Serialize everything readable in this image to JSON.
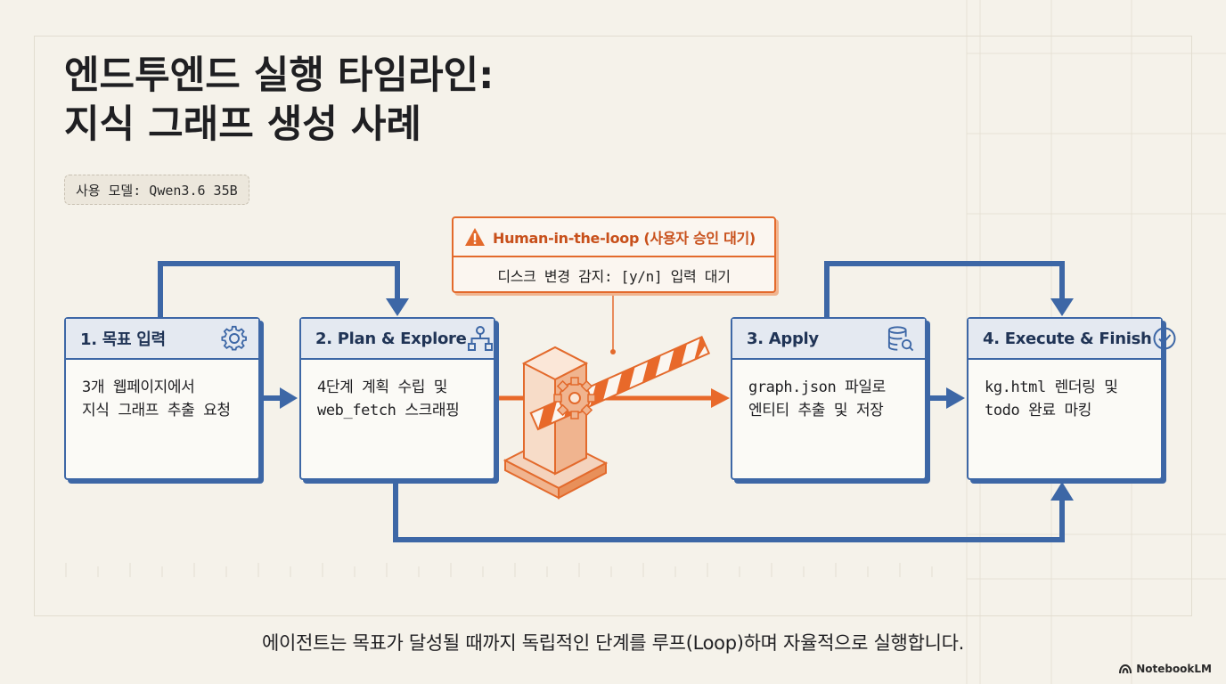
{
  "title": {
    "line1": "엔드투엔드 실행 타임라인:",
    "line2": "지식 그래프 생성 사례"
  },
  "model_badge": "사용 모델: Qwen3.6 35B",
  "steps": [
    {
      "title": "1. 목표 입력",
      "icon": "gear-icon",
      "lines": [
        "3개 웹페이지에서",
        "지식 그래프 추출 요청"
      ]
    },
    {
      "title": "2. Plan & Explore",
      "icon": "hierarchy-icon",
      "lines": [
        "4단계 계획 수립 및",
        "web_fetch 스크래핑"
      ]
    },
    {
      "title": "3. Apply",
      "icon": "database-wrench-icon",
      "lines": [
        "graph.json 파일로",
        "엔티티 추출 및 저장"
      ]
    },
    {
      "title": "4. Execute & Finish",
      "icon": "check-circle-icon",
      "lines": [
        "kg.html 렌더링 및",
        "todo 완료 마킹"
      ]
    }
  ],
  "hitl": {
    "title": "Human-in-the-loop (사용자 승인 대기)",
    "message": "디스크 변경 감지: [y/n] 입력 대기",
    "icon": "warning-icon"
  },
  "gate_icon": "barrier-gate-icon",
  "caption": "에이전트는 목표가 달성될 때까지 독립적인 단계를 루프(Loop)하며 자율적으로 실행합니다.",
  "brand": "NotebookLM",
  "colors": {
    "blue": "#3d67a6",
    "orange": "#e36a2c",
    "background": "#f5f2ea"
  }
}
